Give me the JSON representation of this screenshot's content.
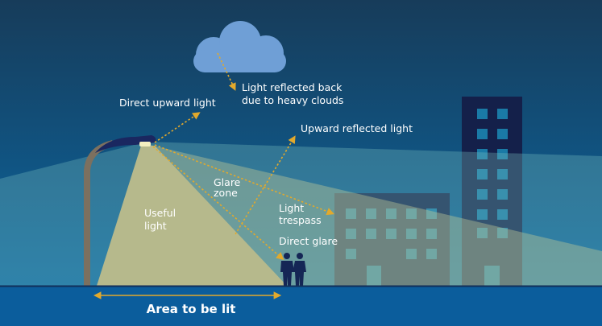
{
  "labels": {
    "reflected_back_line1": "Light reflected back",
    "reflected_back_line2": "due to heavy clouds",
    "direct_upward": "Direct upward light",
    "upward_reflected": "Upward reflected light",
    "glare_line1": "Glare",
    "glare_line2": "zone",
    "useful_line1": "Useful",
    "useful_line2": "light",
    "trespass_line1": "Light",
    "trespass_line2": "trespass",
    "direct_glare": "Direct glare",
    "area_to_be_lit": "Area to be lit"
  },
  "colors": {
    "sky_top": "#173c5a",
    "sky_bottom": "#0b66a0",
    "ground": "#0b5d9c",
    "cloud": "#6f9fd6",
    "useful_light": "#b6b98c",
    "arrow": "#e2a92c",
    "building": "#1a2150",
    "person": "#152655"
  }
}
